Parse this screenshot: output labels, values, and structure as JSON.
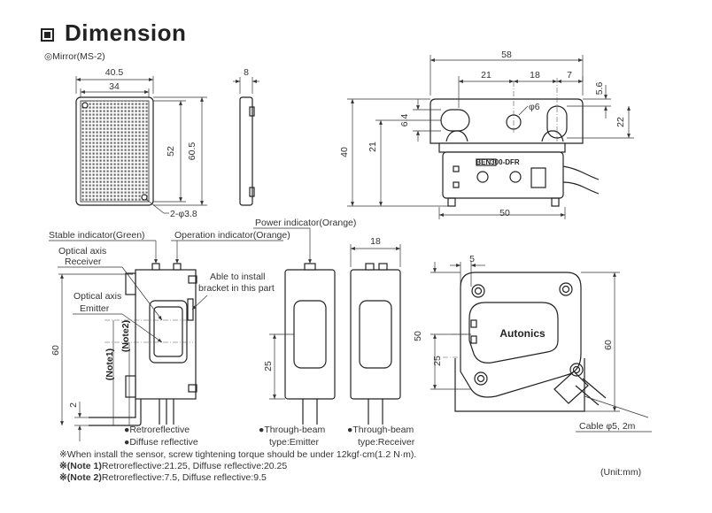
{
  "title": "Dimension",
  "mirror_label": "◎Mirror(MS-2)",
  "mirror": {
    "d_40_5": "40.5",
    "d_34": "34",
    "d_8": "8",
    "d_52": "52",
    "d_60_5": "60.5",
    "d_hole": "2-φ3.8"
  },
  "bracket": {
    "d_58": "58",
    "d_21": "21",
    "d_18": "18",
    "d_7": "7",
    "d_5_6": "5.6",
    "d_6_4": "6.4",
    "d_phi6": "φ6",
    "d_22": "22",
    "d_40": "40",
    "d_21v": "21",
    "d_50": "50",
    "model": "BEN300-DFR"
  },
  "sensor": {
    "stable_indicator": "Stable indicator(Green)",
    "operation_indicator": "Operation indicator(Orange)",
    "power_indicator": "Power indicator(Orange)",
    "optical_axis_receiver_1": "Optical axis",
    "optical_axis_receiver_2": "Receiver",
    "optical_axis_emitter_1": "Optical axis",
    "optical_axis_emitter_2": "Emitter",
    "install_1": "Able to install",
    "install_2": "bracket in this part",
    "note1": "(Note1)",
    "note2": "(Note2)",
    "d_60": "60",
    "d_2": "2",
    "d_25": "25",
    "d_18": "18",
    "d_5": "5",
    "d_50": "50",
    "d_25b": "25",
    "d_60b": "60",
    "brand": "Autonics",
    "cable": "Cable φ5, 2m",
    "cap_a1": "●Retroreflective",
    "cap_a2": "●Diffuse reflective",
    "cap_b1": "●Through-beam",
    "cap_b2": "type:Emitter",
    "cap_c1": "●Through-beam",
    "cap_c2": "type:Receiver"
  },
  "notes": {
    "line1": "※When install the sensor, screw tightening torque should be under 12kgf·cm(1.2 N·m).",
    "note1_label": "※(Note 1)",
    "note1_text": "Retroreflective:21.25, Diffuse reflective:20.25",
    "note2_label": "※(Note 2)",
    "note2_text": "Retroreflective:7.5, Diffuse reflective:9.5",
    "unit": "(Unit:mm)"
  }
}
